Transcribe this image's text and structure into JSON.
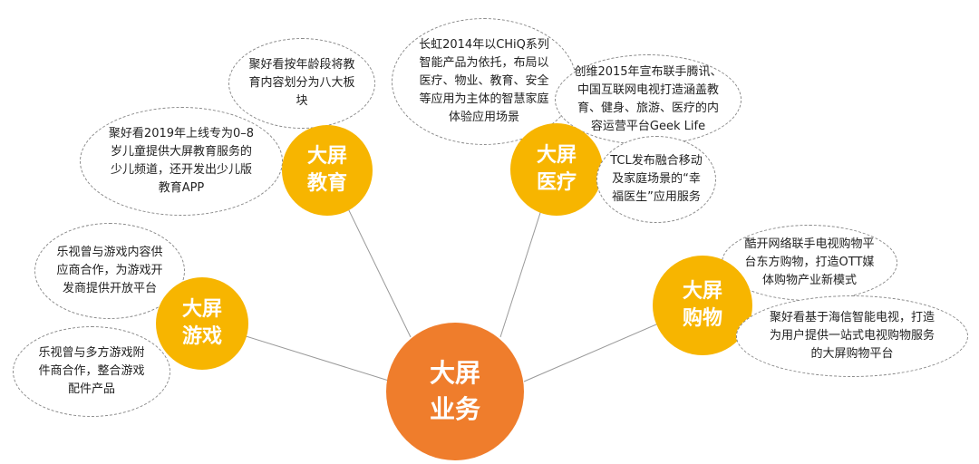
{
  "center": {
    "line1": "大屏",
    "line2": "业务",
    "color": "#ef7d2c"
  },
  "branch_color": "#f7b500",
  "branches": {
    "education": {
      "line1": "大屏",
      "line2": "教育",
      "notes": [
        {
          "lines": [
            "聚好看按年龄段将教",
            "育内容划分为八大板",
            "块"
          ]
        },
        {
          "lines": [
            "聚好看2019年上线专为0–8",
            "岁儿童提供大屏教育服务的",
            "少儿频道，还开发出少儿版",
            "教育APP"
          ]
        }
      ]
    },
    "medical": {
      "line1": "大屏",
      "line2": "医疗",
      "notes": [
        {
          "lines": [
            "长虹2014年以CHiQ系列",
            "智能产品为依托，布局以",
            "医疗、物业、教育、安全",
            "等应用为主体的智慧家庭",
            "体验应用场景"
          ]
        },
        {
          "lines": [
            "创维2015年宣布联手腾讯、",
            "中国互联网电视打造涵盖教",
            "育、健身、旅游、医疗的内",
            "容运营平台Geek Life"
          ]
        },
        {
          "lines": [
            "TCL发布融合移动",
            "及家庭场景的“幸",
            "福医生”应用服务"
          ]
        }
      ]
    },
    "games": {
      "line1": "大屏",
      "line2": "游戏",
      "notes": [
        {
          "lines": [
            "乐视曾与游戏内容供",
            "应商合作，为游戏开",
            "发商提供开放平台"
          ]
        },
        {
          "lines": [
            "乐视曾与多方游戏附",
            "件商合作，整合游戏",
            "配件产品"
          ]
        }
      ]
    },
    "shopping": {
      "line1": "大屏",
      "line2": "购物",
      "notes": [
        {
          "lines": [
            "酷开网络联手电视购物平",
            "台东方购物，打造OTT媒",
            "体购物产业新模式"
          ]
        },
        {
          "lines": [
            "聚好看基于海信智能电视，打造",
            "为用户提供一站式电视购物服务",
            "的大屏购物平台"
          ]
        }
      ]
    }
  }
}
